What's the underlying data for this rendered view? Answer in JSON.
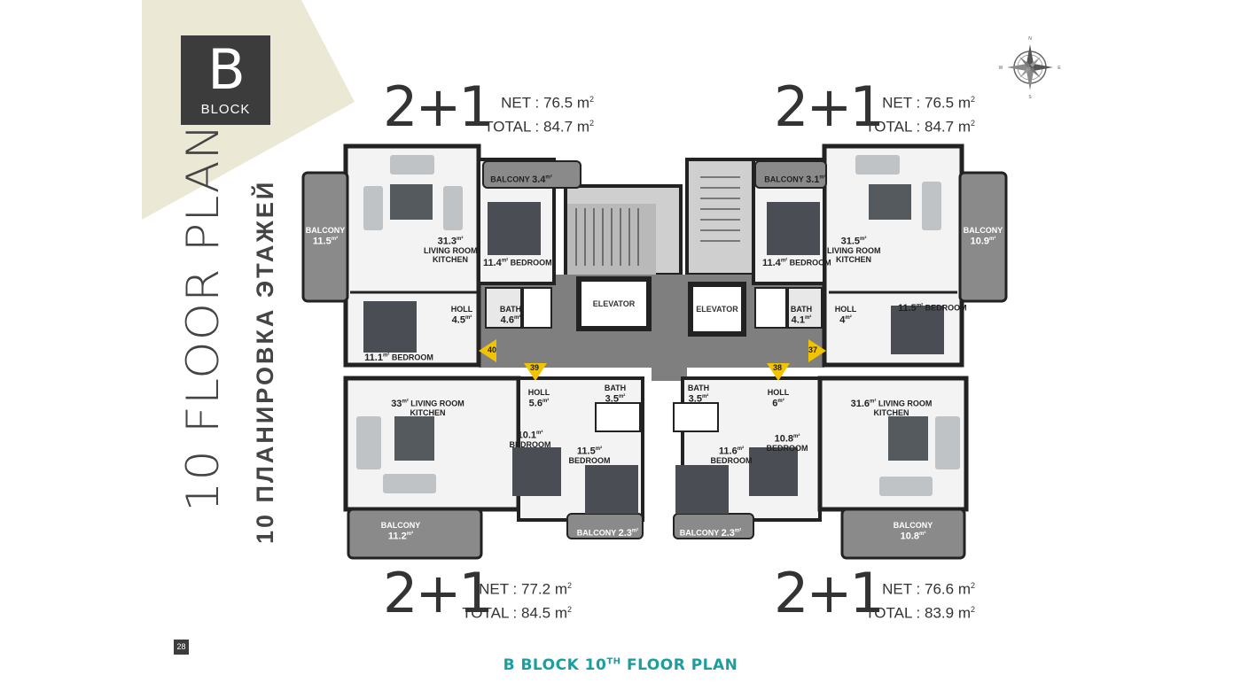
{
  "block": {
    "letter": "B",
    "word": "BLOCK"
  },
  "title_en": "10 FLOOR PLAN",
  "title_ru": "10 ПЛАНИРОВКА ЭТАЖЕЙ",
  "page_number": "28",
  "footer": {
    "main": "B BLOCK 10",
    "sup": "TH",
    "rest": " FLOOR PLAN"
  },
  "compass": {
    "n": "N",
    "s": "S",
    "e": "E",
    "w": "W"
  },
  "units": [
    {
      "type": "2+1",
      "net_label": "NET",
      "net": "76.5",
      "total_label": "TOTAL",
      "total": "84.7",
      "unit": "m",
      "unit_sup": "2"
    },
    {
      "type": "2+1",
      "net_label": "NET",
      "net": "76.5",
      "total_label": "TOTAL",
      "total": "84.7",
      "unit": "m",
      "unit_sup": "2"
    },
    {
      "type": "2+1",
      "net_label": "NET",
      "net": "77.2",
      "total_label": "TOTAL",
      "total": "84.5",
      "unit": "m",
      "unit_sup": "2"
    },
    {
      "type": "2+1",
      "net_label": "NET",
      "net": "76.6",
      "total_label": "TOTAL",
      "total": "83.9",
      "unit": "m",
      "unit_sup": "2"
    }
  ],
  "doors": [
    "40",
    "39",
    "38",
    "37"
  ],
  "elevator_label": "ELEVATOR",
  "rooms": {
    "a_balcony_left": {
      "label": "BALCONY",
      "area": "11.5"
    },
    "a_living": {
      "area": "31.3",
      "label1": "LIVING ROOM",
      "label2": "KITCHEN"
    },
    "a_balcony_top": {
      "label": "BALCONY",
      "area": "3.4"
    },
    "a_bedroom1": {
      "area": "11.4",
      "label": "BEDROOM"
    },
    "a_holl": {
      "label": "HOLL",
      "area": "4.5"
    },
    "a_bath": {
      "label": "BATH",
      "area": "4.6"
    },
    "a_bedroom2": {
      "area": "11.1",
      "label": "BEDROOM"
    },
    "b_balcony_top": {
      "label": "BALCONY",
      "area": "3.1"
    },
    "b_bedroom1": {
      "area": "11.4",
      "label": "BEDROOM"
    },
    "b_living": {
      "area": "31.5",
      "label1": "LIVING ROOM",
      "label2": "KITCHEN"
    },
    "b_balcony_right": {
      "label": "BALCONY",
      "area": "10.9"
    },
    "b_bath": {
      "label": "BATH",
      "area": "4.1"
    },
    "b_holl": {
      "label": "HOLL",
      "area": "4"
    },
    "b_bedroom2": {
      "area": "11.5",
      "label": "BEDROOM"
    },
    "c_living": {
      "area": "33",
      "label1": "LIVING ROOM",
      "label2": "KITCHEN"
    },
    "c_holl": {
      "label": "HOLL",
      "area": "5.6"
    },
    "c_bath": {
      "label": "BATH",
      "area": "3.5"
    },
    "c_bedroom1": {
      "area": "10.1",
      "label": "BEDROOM"
    },
    "c_bedroom2": {
      "area": "11.5",
      "label": "BEDROOM"
    },
    "c_balcony_bottom": {
      "label": "BALCONY",
      "area": "11.2"
    },
    "c_balcony_small": {
      "label": "BALCONY",
      "area": "2.3"
    },
    "d_bath": {
      "label": "BATH",
      "area": "3.5"
    },
    "d_holl": {
      "label": "HOLL",
      "area": "6"
    },
    "d_living": {
      "area": "31.6",
      "label1": "LIVING ROOM",
      "label2": "KITCHEN"
    },
    "d_bedroom1": {
      "area": "11.6",
      "label": "BEDROOM"
    },
    "d_bedroom2": {
      "area": "10.8",
      "label": "BEDROOM"
    },
    "d_balcony_small": {
      "label": "BALCONY",
      "area": "2.3"
    },
    "d_balcony_bottom": {
      "label": "BALCONY",
      "area": "10.8"
    }
  },
  "area_unit": "m²"
}
